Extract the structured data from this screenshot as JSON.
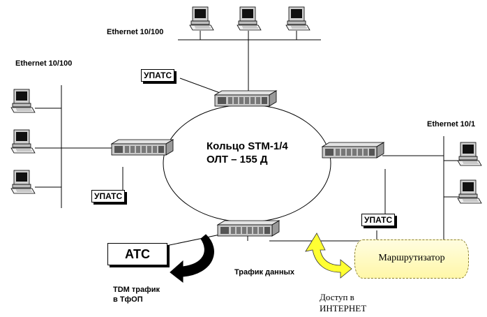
{
  "ethernet_labels": {
    "top": "Ethernet 10/100",
    "left": "Ethernet 10/100",
    "right": "Ethernet 10/1"
  },
  "ring": {
    "title_line1": "Кольцо STM-1/4",
    "title_line2": "ОЛТ – 155 Д"
  },
  "pbx": {
    "top": "УПАТС",
    "left": "УПАТС",
    "right": "УПАТС"
  },
  "exchange": {
    "label": "АТС"
  },
  "router": {
    "label": "Маршрутизатор"
  },
  "flows": {
    "data_traffic": "Трафик данных",
    "tdm_line1": "TDM трафик",
    "tdm_line2": "в ТфОП",
    "internet_line1": "Доступ в",
    "internet_line2": "ИНТЕРНЕТ"
  },
  "colors": {
    "line": "#000000",
    "arrow_black": "#000000",
    "arrow_yellow": "#ffff33",
    "router_fill": "#fff7a8",
    "equipment": "#c8c8c8"
  },
  "icons": [
    "workstation-icon",
    "multiplexer-icon",
    "curved-arrow-icon"
  ]
}
